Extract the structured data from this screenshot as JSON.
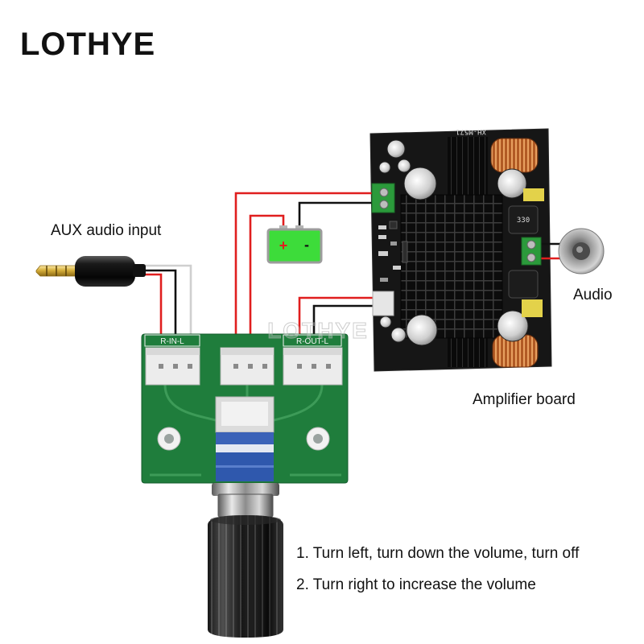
{
  "brand": {
    "logo": "LOTHYE"
  },
  "labels": {
    "aux_input": "AUX audio input",
    "audio_output": "Audio",
    "amplifier_board": "Amplifier board"
  },
  "instructions": [
    "1. Turn left, turn down the volume, turn off",
    "2. Turn right to increase the volume"
  ],
  "battery": {
    "positive": "+",
    "negative": "-"
  },
  "volume_board": {
    "input_connector_label": "R-IN-L",
    "output_connector_label": "R-OUT-L"
  },
  "amplifier_board": {
    "model_marking": "XH-M571",
    "inductor_marking": "330"
  },
  "watermark": "LOTHYE",
  "icons": {
    "aux_plug": "aux-plug-icon",
    "battery": "battery-icon",
    "speaker": "speaker-icon",
    "volume_knob": "volume-knob-icon"
  },
  "colors": {
    "wire_red": "#e01e1e",
    "wire_black": "#111111",
    "wire_white": "#cfcfcf",
    "pcb_green": "#1f7d3c",
    "amp_board": "#161616",
    "battery_green": "#3ddc3a",
    "text": "#111111"
  }
}
